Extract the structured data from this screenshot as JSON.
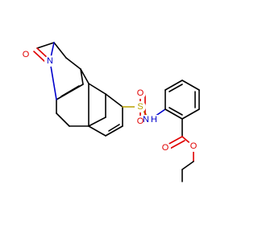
{
  "atoms": {
    "lactam_o": {
      "symbol": "O",
      "color": "#e00000"
    },
    "ring_n": {
      "symbol": "N",
      "color": "#0000cc"
    },
    "sulfur": {
      "symbol": "S",
      "color": "#b8a000"
    },
    "sulfonyl_o_top": {
      "symbol": "O",
      "color": "#e00000"
    },
    "sulfonyl_o_bottom": {
      "symbol": "O",
      "color": "#e00000"
    },
    "amide_nh": {
      "symbol": "H",
      "color": "#0000cc",
      "prefix": "N"
    },
    "carbonyl_o": {
      "symbol": "O",
      "color": "#e00000"
    },
    "ester_o": {
      "symbol": "O",
      "color": "#e00000"
    }
  }
}
